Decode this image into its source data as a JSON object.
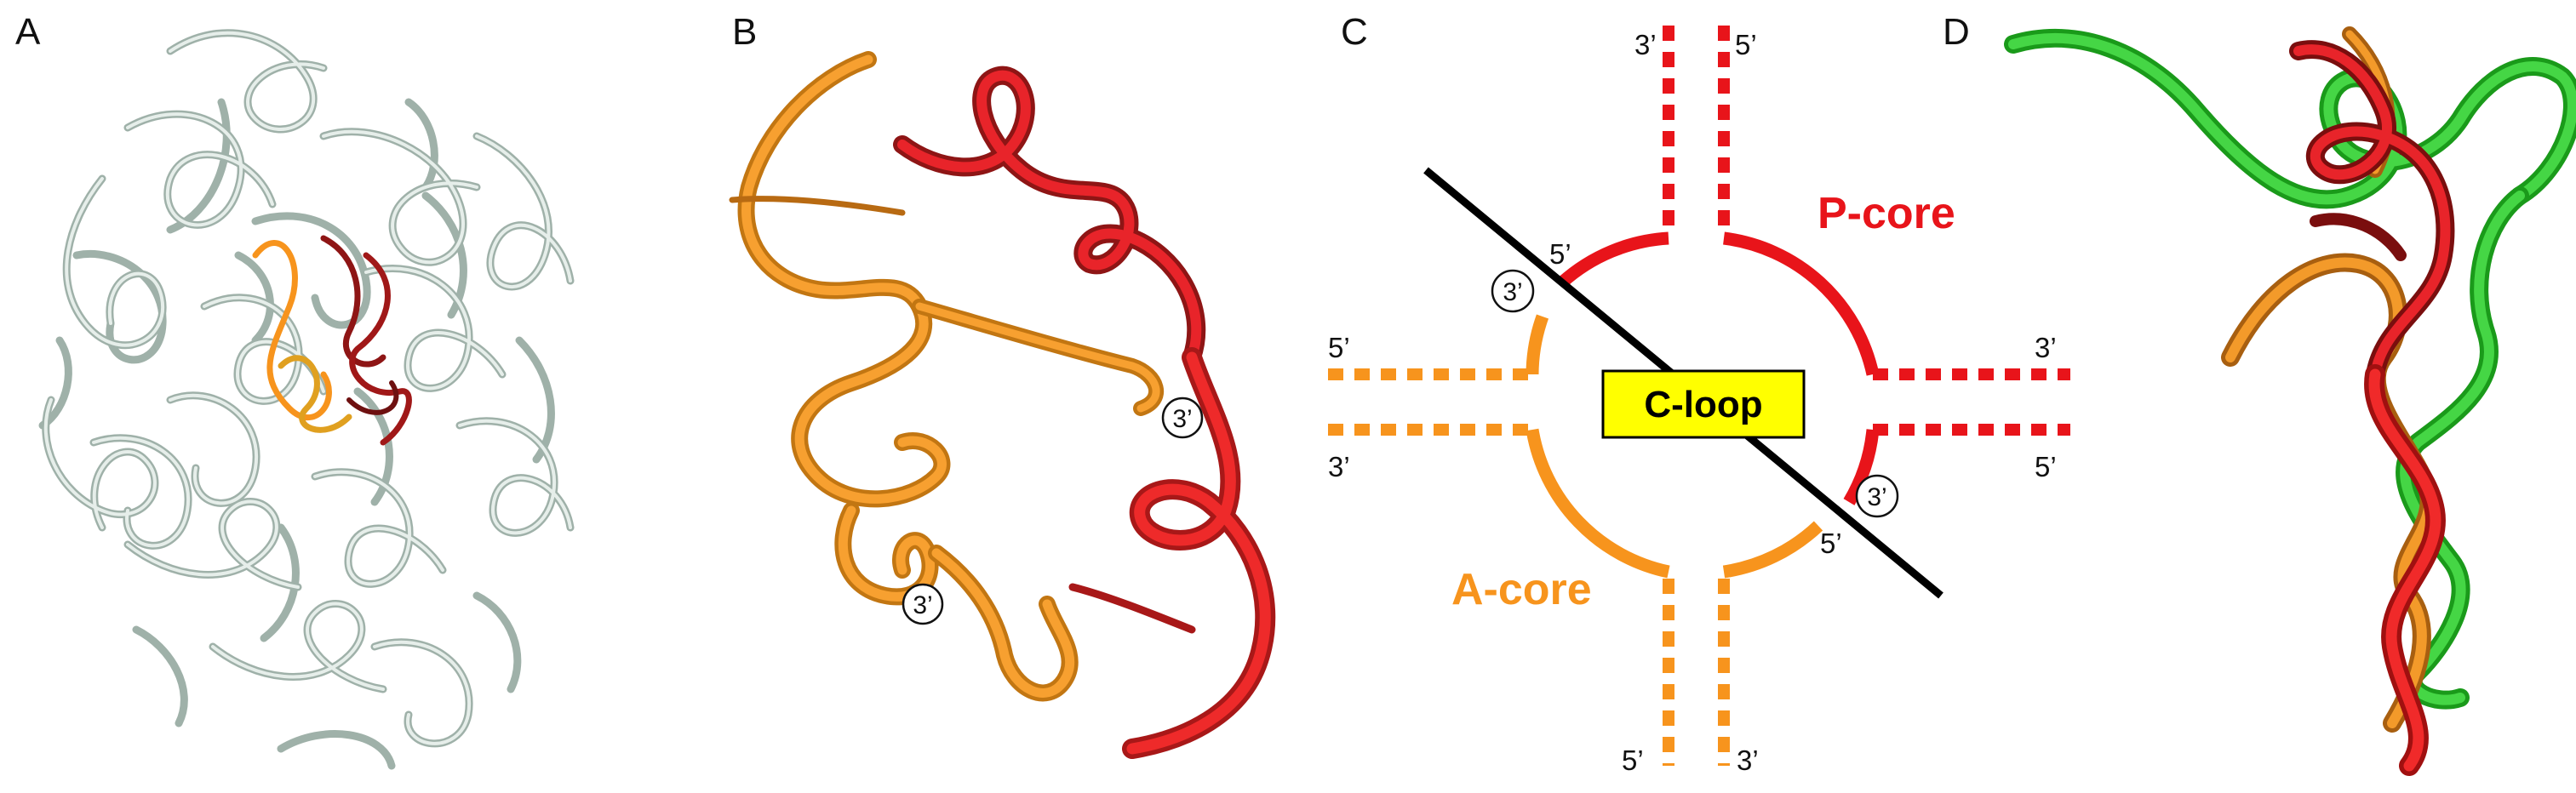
{
  "panels": {
    "a": {
      "letter": "A"
    },
    "b": {
      "letter": "B",
      "three_prime_marks": [
        "3’",
        "3’"
      ]
    },
    "c": {
      "letter": "C",
      "p_core": "P-core",
      "a_core": "A-core",
      "c_loop": "C-loop",
      "ends": {
        "top_left": "3’",
        "top_right": "5’",
        "right_top": "3’",
        "right_bottom": "5’",
        "bottom_left": "5’",
        "bottom_right": "3’",
        "left_top": "5’",
        "left_bottom": "3’",
        "ring_upper_5": "5’",
        "ring_lower_5": "5’"
      },
      "circled": [
        "3’",
        "3’"
      ]
    },
    "d": {
      "letter": "D"
    }
  },
  "colors": {
    "p_core": "#e8141a",
    "a_core": "#f7941d",
    "a_core_dark": "#b86a12",
    "dark_red": "#8e1515",
    "green": "#2ec22e",
    "gray_ribbon": "#c9d6d0",
    "c_loop_fill": "#ffff00"
  }
}
